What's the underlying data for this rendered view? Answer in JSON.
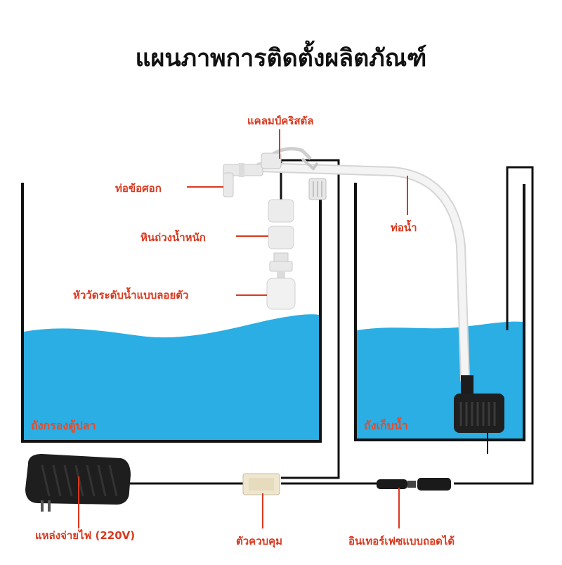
{
  "title": "แผนภาพการติดตั้งผลิตภัณฑ์",
  "labels": {
    "clamp": "แคลมป์คริสตัล",
    "elbow": "ท่อข้อศอก",
    "weight": "หินถ่วงน้ำหนัก",
    "float_switch": "หัววัดระดับน้ำแบบลอยตัว",
    "water_pipe": "ท่อน้ำ",
    "power": "แหล่งจ่ายไฟ (220V)",
    "controller": "ตัวควบคุม",
    "connector": "อินเทอร์เฟซแบบถอดได้"
  },
  "tanks": {
    "filter_tank": "ถังกรองตู้ปลา",
    "storage_tank": "ถังเก็บน้ำ"
  },
  "colors": {
    "water": "#2aaee4",
    "label": "#d9381e",
    "tank_label": "#e84a2a",
    "wall": "#111111"
  },
  "icons": [
    "power-adapter-icon",
    "controller-box-icon",
    "pump-icon",
    "float-switch-icon",
    "clamp-icon",
    "connector-icon"
  ]
}
